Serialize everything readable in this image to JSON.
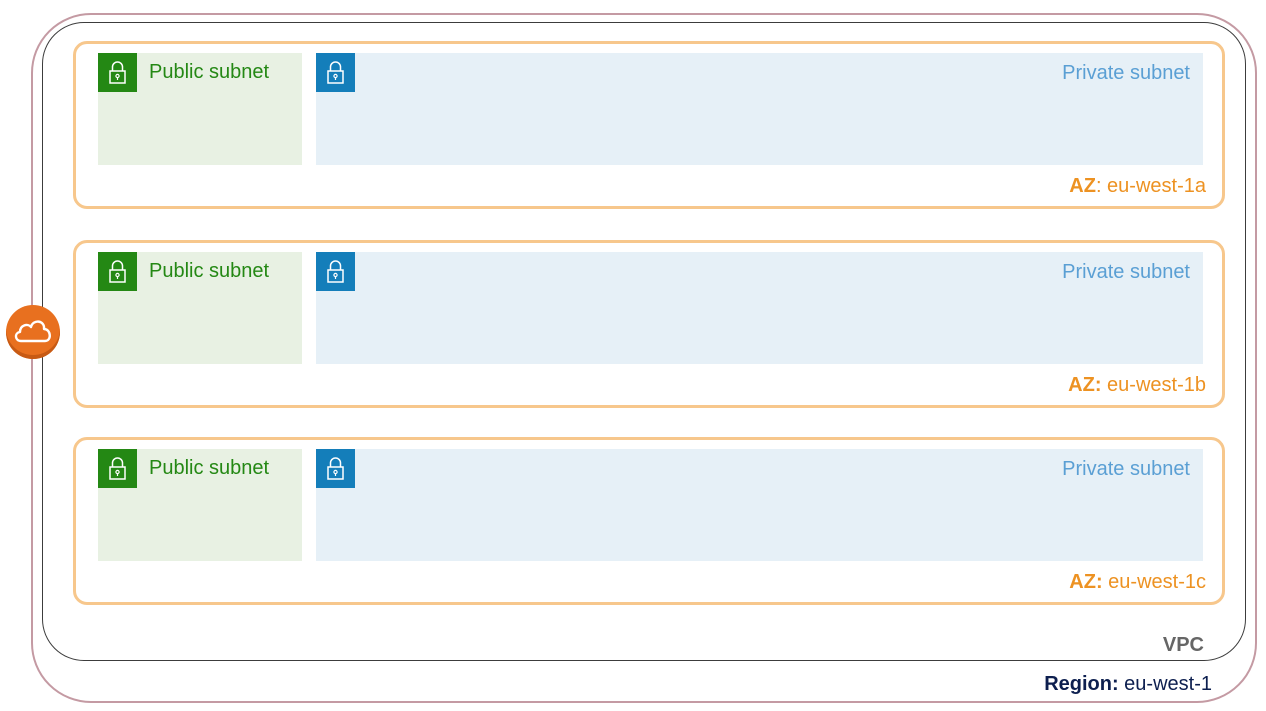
{
  "region": {
    "key": "Region:",
    "value": " eu-west-1"
  },
  "vpc": {
    "label": "VPC"
  },
  "availability_zones": [
    {
      "key": "AZ",
      "value": ": eu-west-1a",
      "public_subnet": "Public subnet",
      "private_subnet": "Private subnet"
    },
    {
      "key": "AZ:",
      "value": " eu-west-1b",
      "public_subnet": "Public subnet",
      "private_subnet": "Private subnet"
    },
    {
      "key": "AZ:",
      "value": " eu-west-1c",
      "public_subnet": "Public subnet",
      "private_subnet": "Private subnet"
    }
  ],
  "colors": {
    "region_border": "#c49aa3",
    "vpc_border": "#3c3c3c",
    "az_border": "#f7c78c",
    "az_text": "#ed9222",
    "public_fill": "#e8f1e3",
    "public_accent": "#248814",
    "private_fill": "#e6f0f7",
    "private_accent": "#147eba",
    "gateway": "#e8701f"
  },
  "icons": {
    "gateway": "cloud-icon",
    "subnet": "lock-icon"
  }
}
